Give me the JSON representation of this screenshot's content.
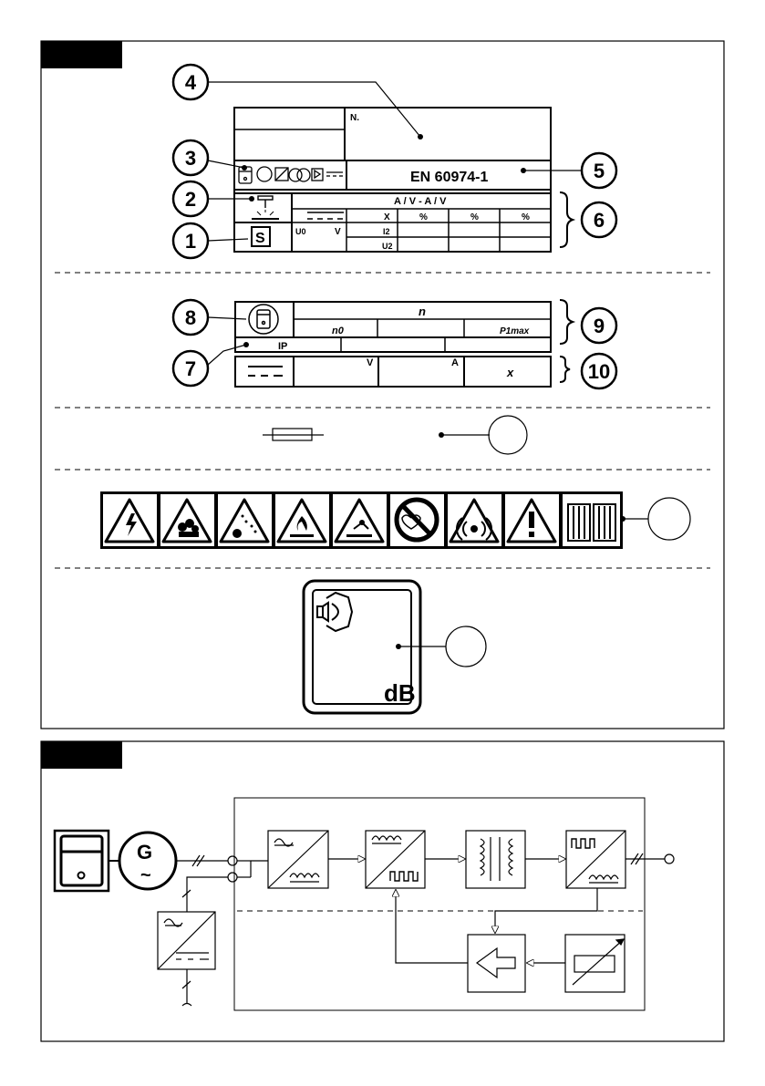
{
  "rating_plate": {
    "serial_label": "N.",
    "standard": "EN 60974-1",
    "av_range": "A / V - A / V",
    "x_label": "X",
    "percent": "%",
    "u0_label": "U0",
    "v_label": "V",
    "i2_label": "I2",
    "u2_label": "U2",
    "s_symbol": "S",
    "n_label": "n",
    "n0_label": "n0",
    "p_label": "P1max",
    "ip_label": "IP",
    "v2_label": "V",
    "a_label": "A",
    "x2_label": "x"
  },
  "callouts": [
    "1",
    "2",
    "3",
    "4",
    "5",
    "6",
    "7",
    "8",
    "9",
    "10"
  ],
  "block_diagram": {
    "generator_label": "G",
    "generator_symbol": "~"
  },
  "warning_icons": [
    "electric-shock",
    "fumes",
    "sparks",
    "fire",
    "radiation-eye",
    "no-pacemaker",
    "electromagnetic",
    "general-warning",
    "read-manual"
  ],
  "noise_label": "dB"
}
